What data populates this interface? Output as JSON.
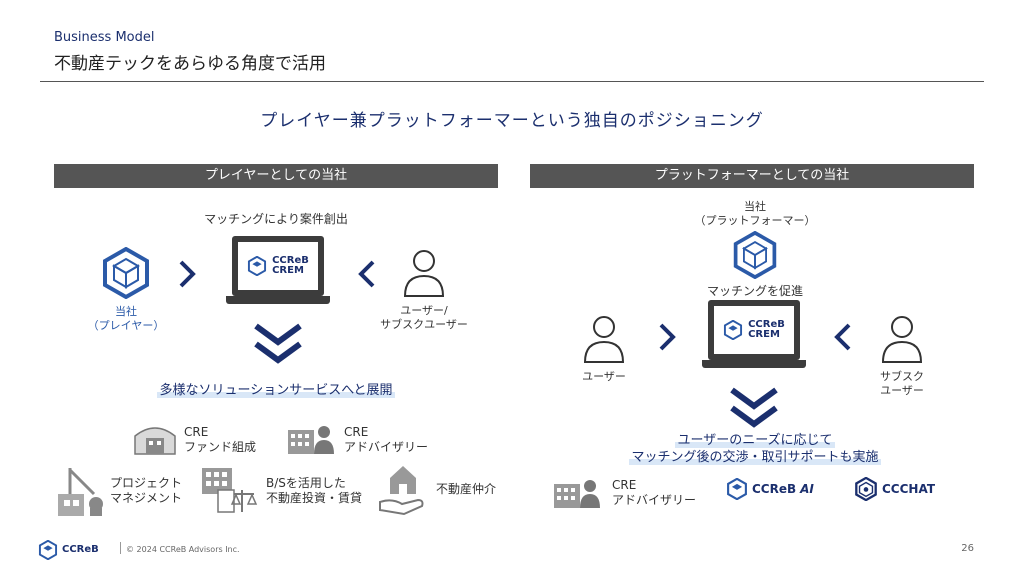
{
  "header": {
    "section_en": "Business Model",
    "title_jp": "不動産テックをあらゆる角度で活用"
  },
  "subtitle": "プレイヤー兼プラットフォーマーという独自のポジショニング",
  "left": {
    "bar": "プレイヤーとしての当社",
    "matching_label": "マッチングにより案件創出",
    "company_label_1": "当社",
    "company_label_2": "（プレイヤー）",
    "user_label_1": "ユーザー/",
    "user_label_2": "サブスクユーザー",
    "expand_label": "多様なソリューションサービスへと展開",
    "laptop_logo_1": "CCReB",
    "laptop_logo_2": "CREM",
    "services": {
      "cre_fund_1": "CRE",
      "cre_fund_2": "ファンド組成",
      "cre_adv_1": "CRE",
      "cre_adv_2": "アドバイザリー",
      "pm_1": "プロジェクト",
      "pm_2": "マネジメント",
      "bs_1": "B/Sを活用した",
      "bs_2": "不動産投資・賃貸",
      "brokerage": "不動産仲介"
    }
  },
  "right": {
    "bar": "プラットフォーマーとしての当社",
    "company_label_1": "当社",
    "company_label_2": "（プラットフォーマー）",
    "promote_label": "マッチングを促進",
    "user_label": "ユーザー",
    "sub_label_1": "サブスク",
    "sub_label_2": "ユーザー",
    "laptop_logo_1": "CCReB",
    "laptop_logo_2": "CREM",
    "needs_1": "ユーザーのニーズに応じて",
    "needs_2": "マッチング後の交渉・取引サポートも実施",
    "cre_adv_1": "CRE",
    "cre_adv_2": "アドバイザリー",
    "ai_logo_text": "CCReB",
    "ai_suffix": "AI",
    "chat_logo_text": "CCCHAT"
  },
  "footer": {
    "logo": "CCReB",
    "copyright": "© 2024 CCReB Advisors Inc.",
    "page": "26"
  }
}
